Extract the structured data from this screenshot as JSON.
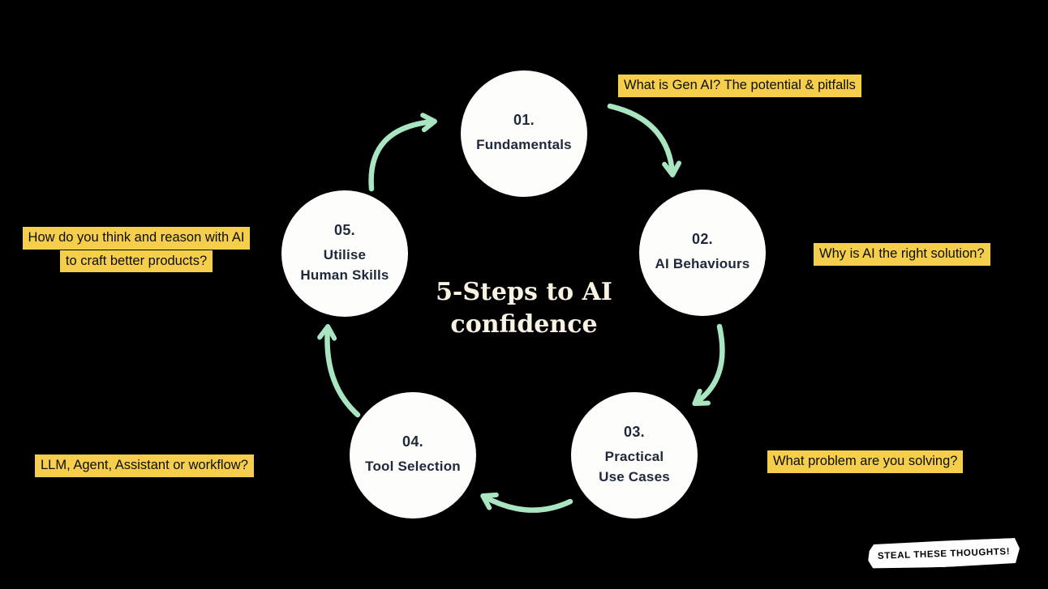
{
  "title": {
    "line1": "5-Steps to AI",
    "line2": "confidence"
  },
  "steps": [
    {
      "number": "01.",
      "label": "Fundamentals"
    },
    {
      "number": "02.",
      "label": "AI Behaviours"
    },
    {
      "number": "03.",
      "label": "Practical\nUse Cases"
    },
    {
      "number": "04.",
      "label": "Tool Selection"
    },
    {
      "number": "05.",
      "label": "Utilise\nHuman Skills"
    }
  ],
  "annotations": {
    "fundamentals": "What is Gen AI? The potential & pitfalls",
    "ai_behaviours": "Why is AI the right solution?",
    "practical_use_cases": "What problem are you solving?",
    "tool_selection": "LLM, Agent, Assistant or workflow?",
    "human_skills_line1": "How do you think and reason with AI",
    "human_skills_line2": "to craft better products?"
  },
  "badge": {
    "text": "STEAL THESE THOUGHTS!"
  },
  "colors": {
    "background": "#000000",
    "circle_fill": "#FDFDFC",
    "highlight_yellow": "#F5CF4B",
    "arrow_green": "#A9E5C0",
    "title_text": "#FAF3E3",
    "dark_text": "#20293A"
  }
}
